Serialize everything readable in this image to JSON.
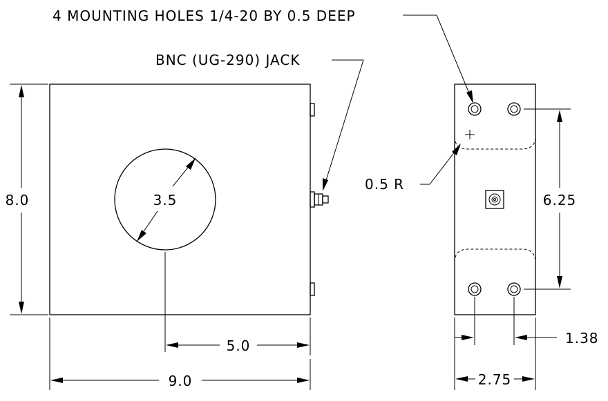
{
  "drawing": {
    "callouts": {
      "mounting_holes": "4 MOUNTING HOLES 1/4-20 BY 0.5 DEEP",
      "bnc_jack": "BNC (UG-290) JACK",
      "radius": "0.5 R"
    },
    "dimensions": {
      "front_height": "8.0",
      "front_width": "9.0",
      "hole_diameter": "3.5",
      "hole_offset": "5.0",
      "side_hole_spacing": "6.25",
      "side_width": "2.75",
      "side_hole_inset": "1.38"
    }
  }
}
